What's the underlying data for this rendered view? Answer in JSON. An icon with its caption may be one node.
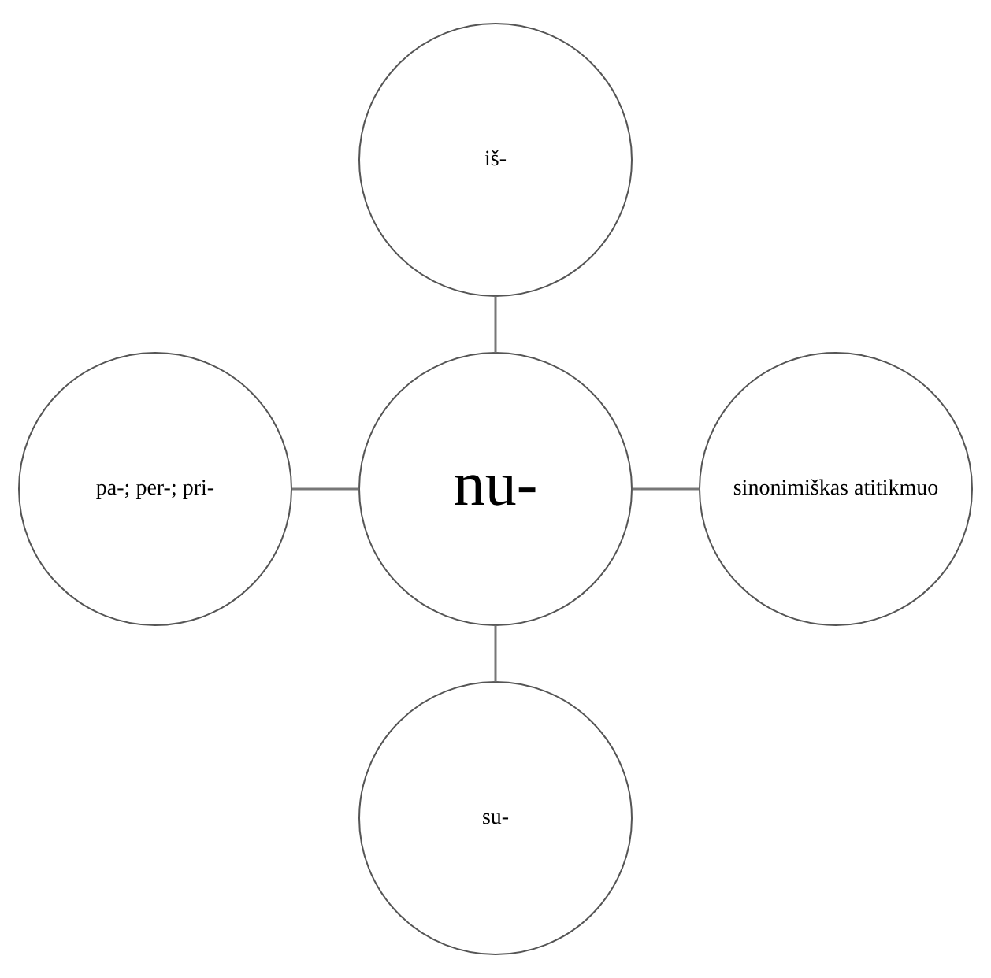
{
  "diagram": {
    "nodes": [
      {
        "text": [
          "iš-"
        ]
      },
      {
        "text": [
          "pa-; per-; pri-"
        ]
      },
      {
        "text": [
          "nu-"
        ]
      },
      {
        "text": [
          "sinonimiškas atitikmuo"
        ]
      },
      {
        "text": [
          "su-"
        ]
      }
    ],
    "edges": [
      {
        "from": 0,
        "to": 2,
        "arrow": "none"
      },
      {
        "from": 1,
        "to": 2,
        "arrow": "none"
      },
      {
        "from": 2,
        "to": 3,
        "arrow": "none"
      },
      {
        "from": 2,
        "to": 4,
        "arrow": "none"
      }
    ]
  }
}
